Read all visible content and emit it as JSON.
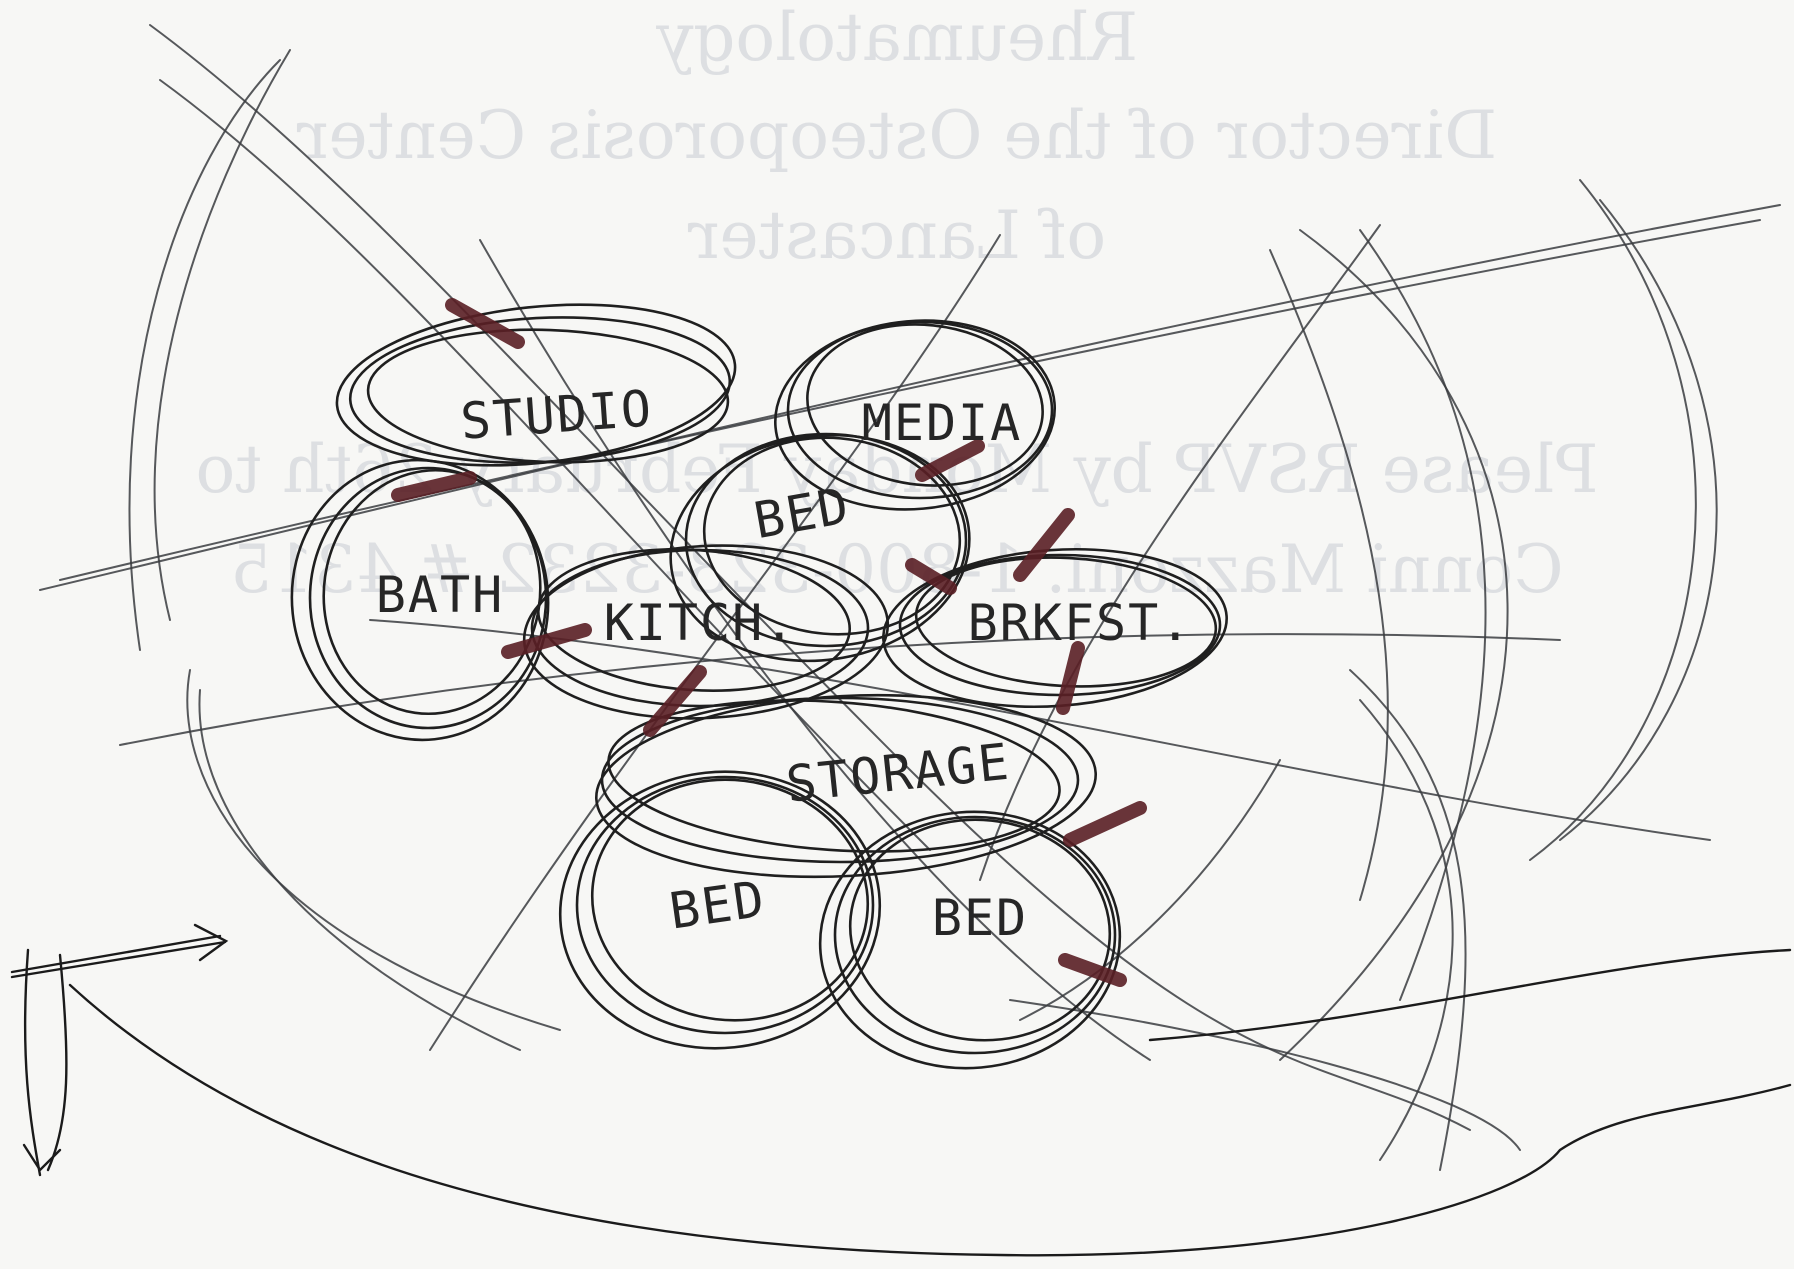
{
  "background_text": {
    "lines": [
      "Rheumatology",
      "Director of the Osteoporosis Center",
      "of Lancaster",
      "Please RSVP by Monday February 26th to",
      "Conni Mazzoni. 1-800-323-3232 # 4315"
    ],
    "color": "#c9cdd3"
  },
  "rooms": [
    {
      "id": "studio",
      "label": "STUDIO"
    },
    {
      "id": "media",
      "label": "MEDIA"
    },
    {
      "id": "bed-center",
      "label": "BED"
    },
    {
      "id": "bath",
      "label": "BATH"
    },
    {
      "id": "kitchen",
      "label": "KITCH."
    },
    {
      "id": "brkfst",
      "label": "BRKFST."
    },
    {
      "id": "storage",
      "label": "STORAGE"
    },
    {
      "id": "bed-lower-left",
      "label": "BED"
    },
    {
      "id": "bed-lower-right",
      "label": "BED"
    }
  ],
  "colors": {
    "paper": "#f7f7f5",
    "pencil": "#3a3c40",
    "ink": "#1b1b1b",
    "marker": "#5a1f25"
  }
}
